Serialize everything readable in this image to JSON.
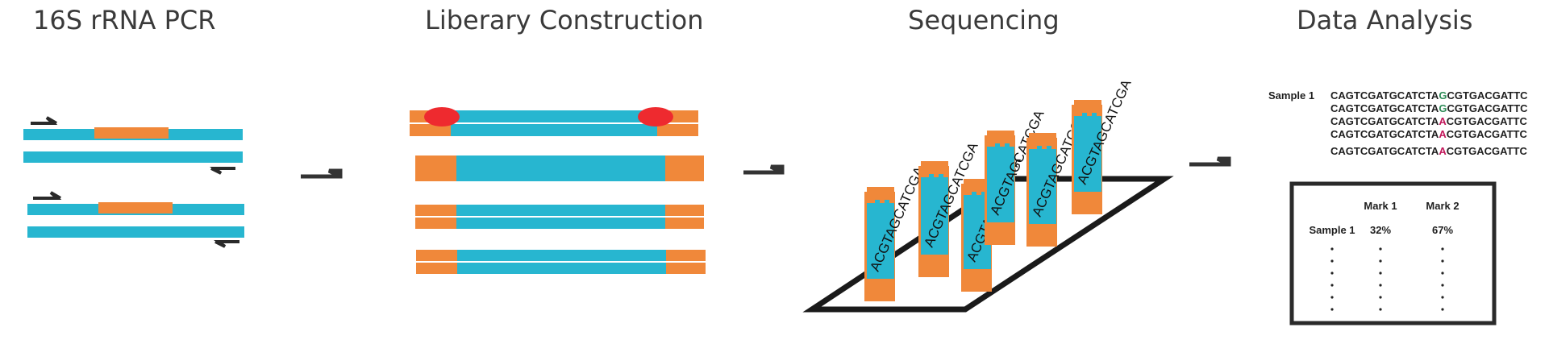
{
  "stages": {
    "pcr": "16S rRNA PCR",
    "library": "Liberary Construction",
    "sequencing": "Sequencing",
    "analysis": "Data Analysis"
  },
  "strand_label": "ACGTAGCATCGA",
  "alignment": {
    "sample_label": "Sample 1",
    "reads": [
      {
        "prefix": "CAGTCGATGCATCTA",
        "variant": "G",
        "suffix": "CGTGACGATTC",
        "variant_color": "#2e8b57"
      },
      {
        "prefix": "CAGTCGATGCATCTA",
        "variant": "G",
        "suffix": "CGTGACGATTC",
        "variant_color": "#2e8b57"
      },
      {
        "prefix": "CAGTCGATGCATCTA",
        "variant": "A",
        "suffix": "CGTGACGATTC",
        "variant_color": "#c2185b"
      },
      {
        "prefix": "CAGTCGATGCATCTA",
        "variant": "A",
        "suffix": "CGTGACGATTC",
        "variant_color": "#c2185b"
      },
      {
        "prefix": "CAGTCGATGCATCTA",
        "variant": "A",
        "suffix": "CGTGACGATTC",
        "variant_color": "#c2185b"
      }
    ]
  },
  "table": {
    "headers": [
      "Mark 1",
      "Mark 2"
    ],
    "row_label": "Sample 1",
    "values": [
      "32%",
      "67%"
    ]
  },
  "colors": {
    "cyan": "#27b6d0",
    "orange": "#f0883a",
    "red": "#ee2a2f",
    "dark": "#222222"
  }
}
